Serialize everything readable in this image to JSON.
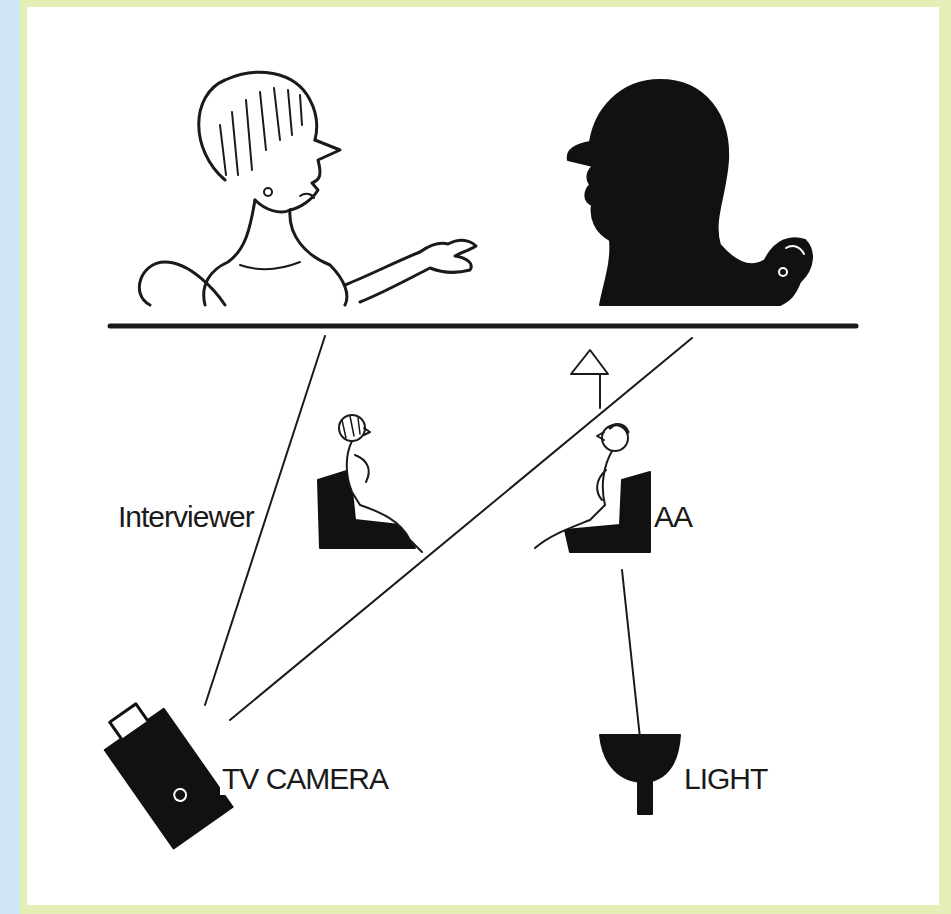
{
  "diagram": {
    "labels": [
      "Interviewer",
      "AA",
      "TV CAMERA",
      "LIGHT"
    ]
  }
}
